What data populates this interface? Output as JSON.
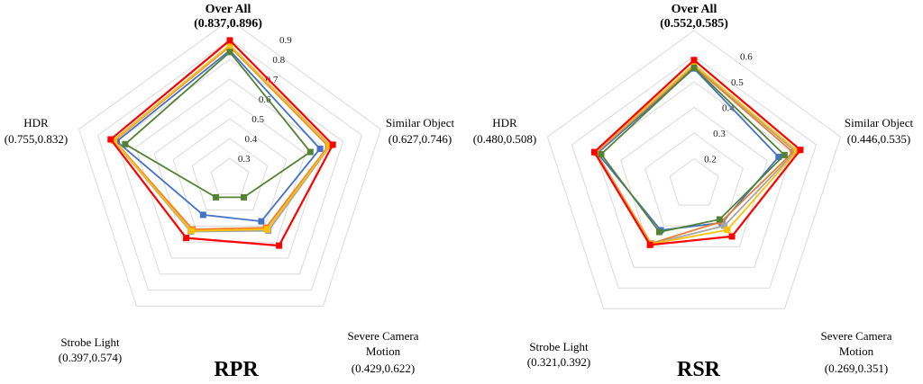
{
  "chart_data": [
    {
      "type": "radar",
      "title": "RPR",
      "axes": [
        {
          "label": "Over All",
          "range": "(0.837,0.896)",
          "bold": true
        },
        {
          "label": "Similar Object",
          "range": "(0.627,0.746)"
        },
        {
          "label": "Severe Camera\nMotion",
          "range": "(0.429,0.622)"
        },
        {
          "label": "Strobe Light",
          "range": "(0.397,0.574)"
        },
        {
          "label": "HDR",
          "range": "(0.755,0.832)"
        }
      ],
      "rmin": 0.2,
      "rmax": 1.0,
      "gridlines": [
        0.3,
        0.4,
        0.5,
        0.6,
        0.7,
        0.8,
        0.9,
        1.0
      ],
      "ticks": [
        0.3,
        0.4,
        0.5,
        0.6,
        0.7,
        0.8,
        0.9
      ],
      "series": [
        {
          "color": "#4472c4",
          "values": [
            0.845,
            0.678,
            0.47,
            0.43,
            0.8
          ]
        },
        {
          "color": "#ed7d31",
          "values": [
            0.865,
            0.722,
            0.51,
            0.52,
            0.812
          ]
        },
        {
          "color": "#a5a5a5",
          "values": [
            0.872,
            0.733,
            0.53,
            0.535,
            0.818
          ]
        },
        {
          "color": "#ffc000",
          "values": [
            0.87,
            0.728,
            0.52,
            0.53,
            0.815
          ]
        },
        {
          "color": "#548235",
          "values": [
            0.837,
            0.627,
            0.32,
            0.32,
            0.755
          ]
        },
        {
          "color": "#ff0000",
          "values": [
            0.896,
            0.746,
            0.622,
            0.574,
            0.832
          ]
        }
      ]
    },
    {
      "type": "radar",
      "title": "RSR",
      "axes": [
        {
          "label": "Over All",
          "range": "(0.552,0.585)",
          "bold": true
        },
        {
          "label": "Similar Object",
          "range": "(0.446,0.535)"
        },
        {
          "label": "Severe Camera\nMotion",
          "range": "(0.269,0.351)"
        },
        {
          "label": "Strobe Light",
          "range": "(0.321,0.392)"
        },
        {
          "label": "HDR",
          "range": "(0.480,0.508)"
        }
      ],
      "rmin": 0.1,
      "rmax": 0.7,
      "gridlines": [
        0.2,
        0.3,
        0.4,
        0.5,
        0.6,
        0.7
      ],
      "ticks": [
        0.2,
        0.3,
        0.4,
        0.5,
        0.6
      ],
      "series": [
        {
          "color": "#4472c4",
          "values": [
            0.552,
            0.446,
            0.285,
            0.321,
            0.495
          ]
        },
        {
          "color": "#ed7d31",
          "values": [
            0.56,
            0.505,
            0.28,
            0.385,
            0.5
          ]
        },
        {
          "color": "#a5a5a5",
          "values": [
            0.565,
            0.515,
            0.3,
            0.388,
            0.502
          ]
        },
        {
          "color": "#ffc000",
          "values": [
            0.568,
            0.522,
            0.32,
            0.388,
            0.505
          ]
        },
        {
          "color": "#548235",
          "values": [
            0.555,
            0.47,
            0.269,
            0.33,
            0.48
          ]
        },
        {
          "color": "#ff0000",
          "values": [
            0.585,
            0.535,
            0.351,
            0.392,
            0.508
          ]
        }
      ]
    }
  ]
}
